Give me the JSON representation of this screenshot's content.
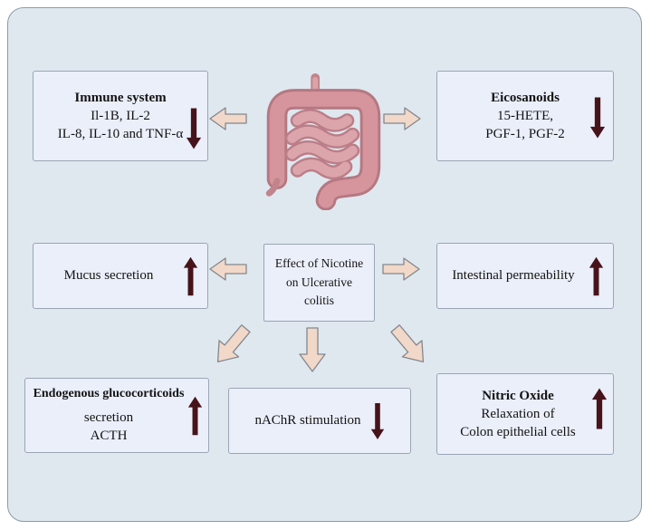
{
  "center_box": {
    "line1": "Effect of Nicotine",
    "line2": "on Ulcerative",
    "line3": "colitis"
  },
  "boxes": {
    "immune_system": {
      "title": "Immune system",
      "line1": "Il-1B, IL-2",
      "line2": "IL-8, IL-10 and TNF-α",
      "trend": "decrease"
    },
    "eicosanoids": {
      "title": "Eicosanoids",
      "line1": "15-HETE,",
      "line2": "PGF-1, PGF-2",
      "trend": "decrease"
    },
    "mucus_secretion": {
      "label": "Mucus secretion",
      "trend": "increase"
    },
    "intestinal_permeability": {
      "label": "Intestinal permeability",
      "trend": "increase"
    },
    "endogenous_glucocorticoids": {
      "title": "Endogenous glucocorticoids",
      "line1": "secretion",
      "line2": "ACTH",
      "trend": "increase"
    },
    "nachr_stimulation": {
      "label": "nAChR stimulation",
      "trend": "decrease"
    },
    "nitric_oxide": {
      "title": "Nitric Oxide",
      "line1": "Relaxation of",
      "line2": "Colon epithelial cells",
      "trend": "increase"
    }
  },
  "colors": {
    "background": "#dfe8ef",
    "box_fill": "#eaeffa",
    "box_border": "#9aa5b6",
    "trend_arrow": "#47131a",
    "connector_fill": "#f2d8c8",
    "connector_stroke": "#83878f",
    "colon_pink": "#d6959c"
  }
}
